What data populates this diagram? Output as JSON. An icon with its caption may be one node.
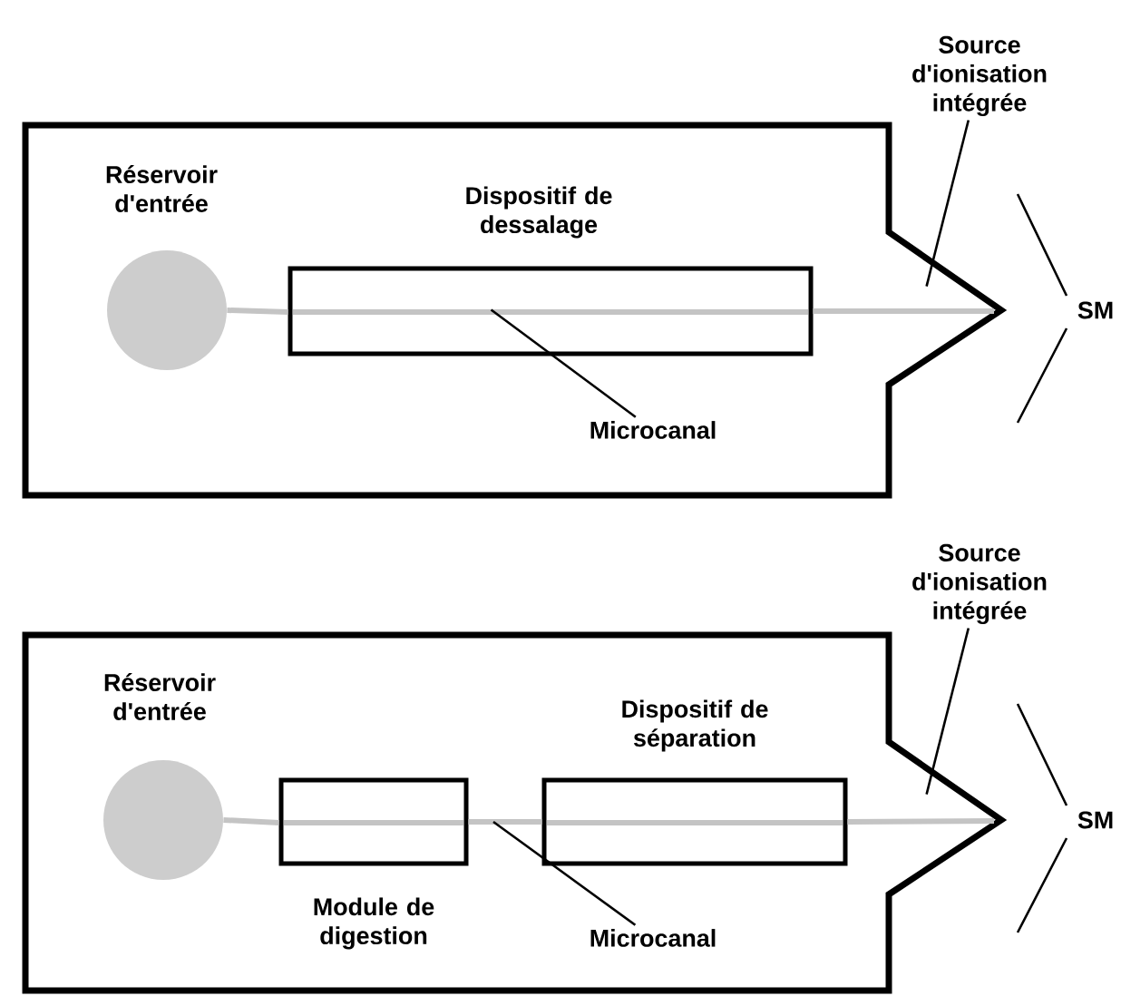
{
  "diagram": {
    "nodes": [
      {
        "text": [],
        "shape": "box"
      },
      {
        "text": [
          "Réservoir d'entrée"
        ],
        "in": 0
      },
      {
        "text": [
          "Dispositif de dessalage"
        ],
        "in": 0
      },
      {
        "text": [
          "Microcanal"
        ],
        "in": 0
      },
      {
        "text": [
          "Source d'ionisation intégrée"
        ]
      },
      {
        "text": [],
        "shape": "box"
      },
      {
        "text": [
          "Réservoir d'entrée"
        ],
        "in": 5
      },
      {
        "text": [
          "Module de digestion"
        ],
        "in": 5
      },
      {
        "text": [
          "Dispositif de séparation"
        ],
        "in": 5
      },
      {
        "text": [
          "Microcanal"
        ],
        "in": 5
      },
      {
        "text": [
          "Source d'ionisation intégrée"
        ]
      }
    ],
    "edges": [
      {
        "from": 1,
        "to": 2,
        "arrow": "none"
      },
      {
        "from": 2,
        "to": null,
        "arrow": "none"
      },
      {
        "from": 3,
        "to": 2,
        "arrow": "none",
        "color": "#000000"
      },
      {
        "from": 4,
        "to": 0,
        "arrow": "none",
        "color": "#000000"
      },
      {
        "from": 6,
        "to": 7,
        "arrow": "none"
      },
      {
        "from": 7,
        "to": 8,
        "arrow": "none"
      },
      {
        "from": 8,
        "to": null,
        "arrow": "none"
      },
      {
        "from": 9,
        "to": null,
        "arrow": "none",
        "color": "#000000"
      },
      {
        "from": 10,
        "to": 5,
        "arrow": "none",
        "color": "#000000"
      }
    ],
    "labels": [
      "SM",
      "SM"
    ]
  }
}
